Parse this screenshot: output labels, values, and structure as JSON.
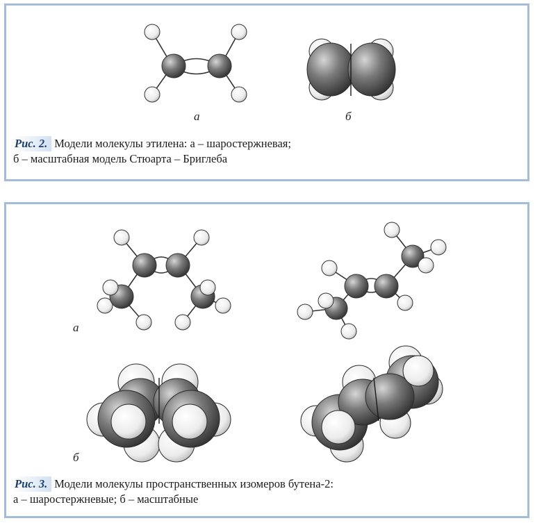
{
  "fig2": {
    "label_a": "а",
    "label_b": "б",
    "caption_tag": "Рис. 2.",
    "caption_line1": "Модели молекулы этилена: а – шаростержневая;",
    "caption_line2": "б – масштабная модель Стюарта – Бриглеба"
  },
  "fig3": {
    "label_a": "а",
    "label_b": "б",
    "caption_tag": "Рис. 3.",
    "caption_line1": "Модели молекулы пространственных изомеров бутена-2:",
    "caption_line2": "а – шаростержневые; б – масштабные"
  },
  "colors": {
    "frame": "#a3bcd9",
    "carbon": "#6d6d6d",
    "hydrogen": "#eeeeee",
    "tag_text": "#1d3f6e"
  }
}
